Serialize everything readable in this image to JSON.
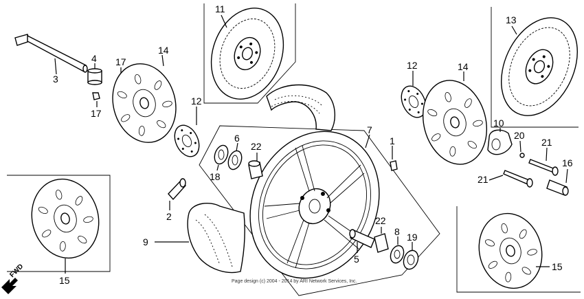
{
  "labels": {
    "l1": "1",
    "l2": "2",
    "l3": "3",
    "l4": "4",
    "l5": "5",
    "l6": "6",
    "l7": "7",
    "l8": "8",
    "l9": "9",
    "l10": "10",
    "l11": "11",
    "l12a": "12",
    "l12b": "12",
    "l13": "13",
    "l14a": "14",
    "l14b": "14",
    "l15a": "15",
    "l15b": "15",
    "l16": "16",
    "l17a": "17",
    "l17b": "17",
    "l18": "18",
    "l19": "19",
    "l20": "20",
    "l21a": "21",
    "l21b": "21",
    "l22a": "22",
    "l22b": "22"
  },
  "fwd_marker": "FWD",
  "copyright": "Page design (c) 2004 - 2014 by ARI Network Services, Inc."
}
